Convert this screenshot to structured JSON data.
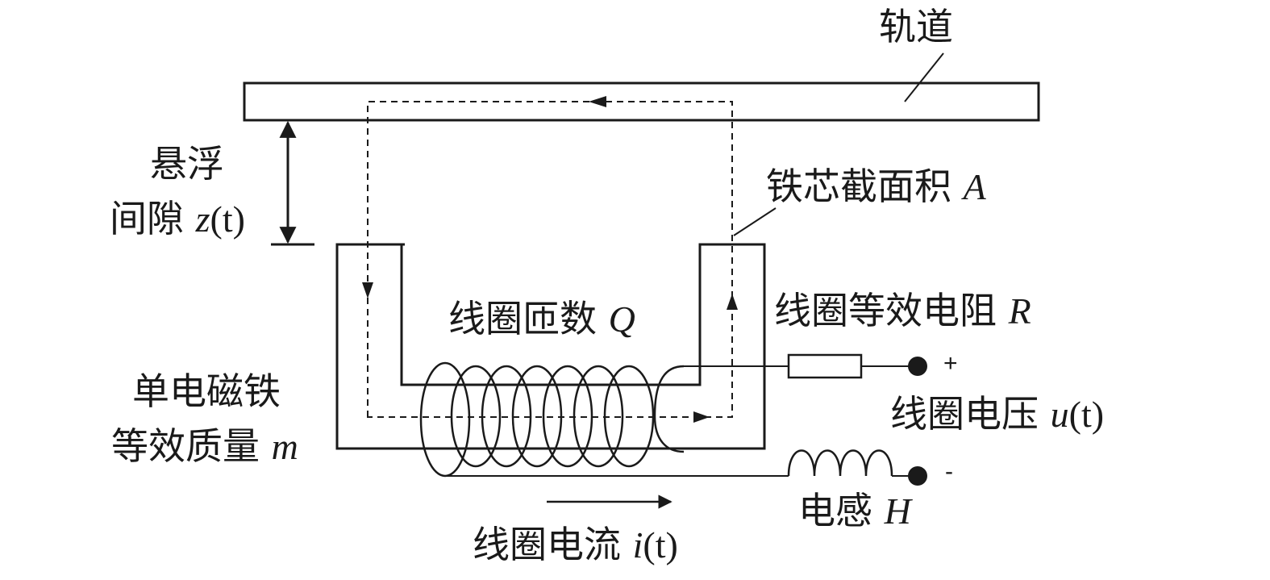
{
  "labels": {
    "track": "轨道",
    "gap_line1": "悬浮",
    "gap_line2": "间隙",
    "gap_symbol": "z",
    "gap_arg": "(t)",
    "core_area": "铁芯截面积",
    "core_area_symbol": "A",
    "turns": "线圈匝数",
    "turns_symbol": "Q",
    "resistance": "线圈等效电阻",
    "resistance_symbol": "R",
    "magnet_line1": "单电磁铁",
    "magnet_line2": "等效质量",
    "mass_symbol": "m",
    "voltage": "线圈电压",
    "voltage_symbol": "u",
    "voltage_arg": "(t)",
    "inductance": "电感",
    "inductance_symbol": "H",
    "current": "线圈电流",
    "current_symbol": "i",
    "current_arg": "(t)",
    "plus": "+",
    "minus": "-"
  },
  "colors": {
    "line": "#1a1a1a",
    "background": "#ffffff"
  }
}
